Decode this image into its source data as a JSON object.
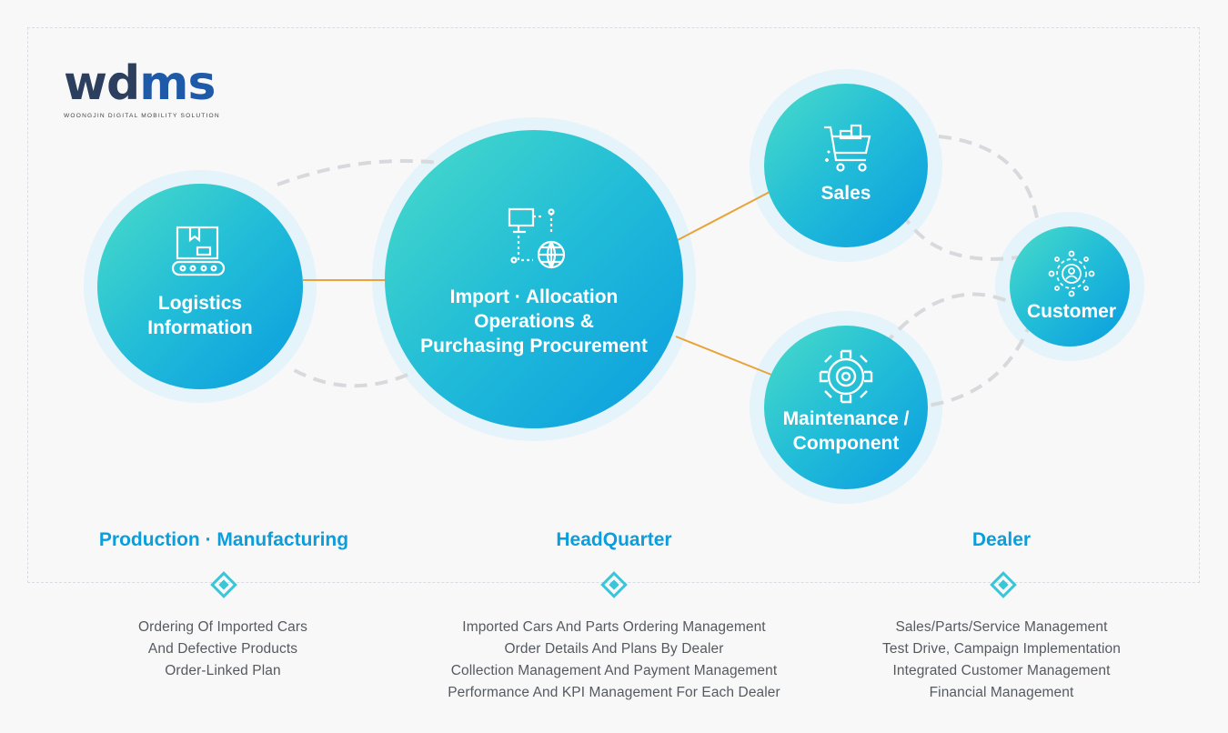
{
  "logo": {
    "word_left": "wd",
    "word_right": "ms",
    "subtitle": "WOONGJIN DIGITAL MOBILITY SOLUTION",
    "colors": {
      "dark": "#2d3f5e",
      "accent": "#1e5aa8"
    }
  },
  "nodes": {
    "logistics": {
      "label_line1": "Logistics",
      "label_line2": "Information",
      "icon": "conveyor-box-icon"
    },
    "import": {
      "label_line1": "Import · Allocation",
      "label_line2": "Operations &",
      "label_line3": "Purchasing Procurement",
      "icon": "network-globe-icon"
    },
    "sales": {
      "label": "Sales",
      "icon": "shopping-cart-icon"
    },
    "maintenance": {
      "label_line1": "Maintenance /",
      "label_line2": "Component",
      "icon": "gear-icon"
    },
    "customer": {
      "label": "Customer",
      "icon": "customer-network-icon"
    }
  },
  "sections": [
    {
      "title": "Production · Manufacturing",
      "lines": [
        "Ordering Of Imported Cars",
        "And Defective Products",
        "Order-Linked Plan"
      ]
    },
    {
      "title": "HeadQuarter",
      "lines": [
        "Imported Cars And Parts Ordering Management",
        "Order Details And Plans By Dealer",
        "Collection Management And Payment Management",
        "Performance And KPI Management For Each Dealer"
      ]
    },
    {
      "title": "Dealer",
      "lines": [
        "Sales/Parts/Service Management",
        "Test Drive, Campaign Implementation",
        "Integrated Customer Management",
        "Financial Management"
      ]
    }
  ],
  "colors": {
    "gradient_start": "#45d8c9",
    "gradient_end": "#0aa0e0",
    "halo": "#e3f3fa",
    "connector": "#e8a33a",
    "arrow": "#d7d9dc",
    "section_title": "#0a9edc"
  }
}
